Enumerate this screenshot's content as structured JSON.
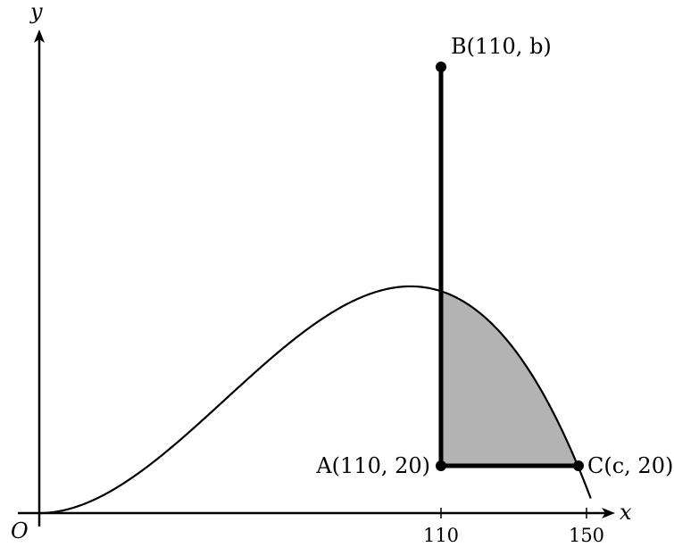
{
  "axes": {
    "x_label": "x",
    "y_label": "y",
    "origin_label": "O",
    "x_ticks": [
      "110",
      "150"
    ]
  },
  "points": {
    "A": "A(110, 20)",
    "B": "B(110, b)",
    "C": "C(c, 20)"
  },
  "colors": {
    "shaded_region": "#b3b3b3",
    "stroke": "#000000"
  }
}
